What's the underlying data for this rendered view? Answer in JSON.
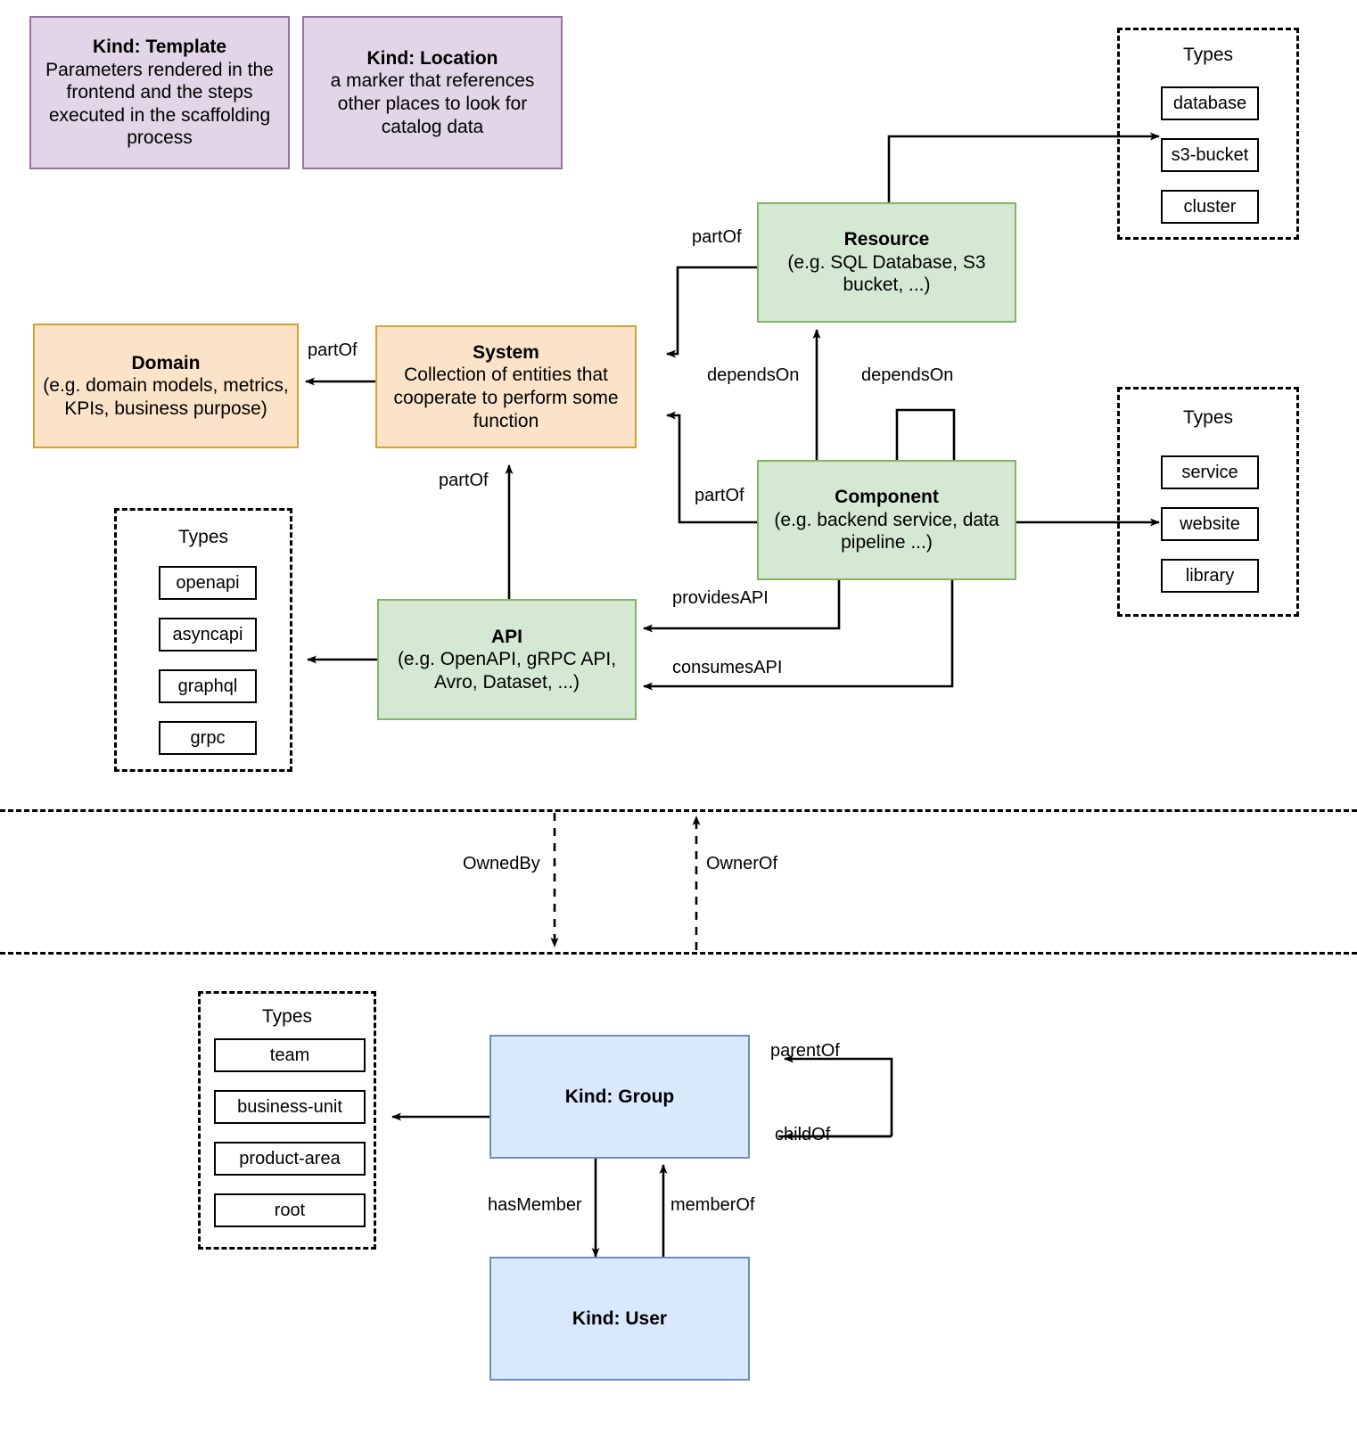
{
  "nodes": {
    "template": {
      "title": "Kind: Template",
      "desc": "Parameters rendered in the frontend and the steps executed in  the scaffolding process"
    },
    "location": {
      "title": "Kind: Location",
      "desc": "a marker that references other places to look for catalog data"
    },
    "resource": {
      "title": "Resource",
      "desc": "(e.g. SQL Database, S3 bucket, ...)"
    },
    "domain": {
      "title": "Domain",
      "desc": "(e.g.  domain models, metrics, KPIs, business purpose)"
    },
    "system": {
      "title": "System",
      "desc": "Collection of entities that cooperate to perform some function"
    },
    "component": {
      "title": "Component",
      "desc": "(e.g. backend service, data pipeline ...)"
    },
    "api": {
      "title": "API",
      "desc": "(e.g. OpenAPI, gRPC API, Avro, Dataset, ...)"
    },
    "group": {
      "title": "Kind: Group"
    },
    "user": {
      "title": "Kind: User"
    }
  },
  "types_groups": {
    "resource": {
      "label": "Types",
      "items": [
        "database",
        "s3-bucket",
        "cluster"
      ]
    },
    "component": {
      "label": "Types",
      "items": [
        "service",
        "website",
        "library"
      ]
    },
    "api": {
      "label": "Types",
      "items": [
        "openapi",
        "asyncapi",
        "graphql",
        "grpc"
      ]
    },
    "group": {
      "label": "Types",
      "items": [
        "team",
        "business-unit",
        "product-area",
        "root"
      ]
    }
  },
  "edge_labels": {
    "resource_partof": "partOf",
    "system_partof_domain": "partOf",
    "resource_dependson": "dependsOn",
    "component_self_dependson": "dependsOn",
    "component_partof": "partOf",
    "api_partof": "partOf",
    "provides_api": "providesAPI",
    "consumes_api": "consumesAPI",
    "owned_by": "OwnedBy",
    "owner_of": "OwnerOf",
    "parent_of": "parentOf",
    "child_of": "childOf",
    "has_member": "hasMember",
    "member_of": "memberOf"
  },
  "colors": {
    "purple_fill": "#e1d5e7",
    "purple_stroke": "#9673a6",
    "orange_fill": "#fae3c8",
    "orange_stroke": "#d6a22e",
    "green_fill": "#d5e8d4",
    "green_stroke": "#82b366",
    "blue_fill": "#dae8fc",
    "blue_stroke": "#6c8ebf",
    "line": "#000000"
  }
}
